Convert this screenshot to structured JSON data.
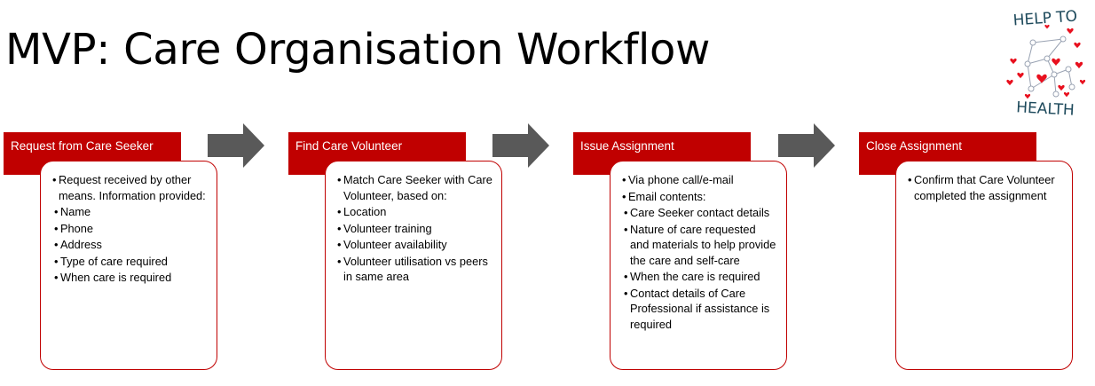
{
  "title": "MVP: Care Organisation Workflow",
  "logo": {
    "line1": "HELP TO",
    "line2": "HEALTH"
  },
  "colors": {
    "header": "#c00000",
    "arrow": "#595959",
    "heart": "#e8101e"
  },
  "stages": [
    {
      "header": "Request from Care Seeker",
      "items": [
        {
          "text": "Request received by other means. Information provided:",
          "level": 0
        },
        {
          "text": "Name",
          "level": 1
        },
        {
          "text": "Phone",
          "level": 1
        },
        {
          "text": "Address",
          "level": 1
        },
        {
          "text": "Type of care required",
          "level": 1
        },
        {
          "text": "When care is required",
          "level": 1
        }
      ]
    },
    {
      "header": "Find Care Volunteer",
      "items": [
        {
          "text": "Match Care Seeker with Care Volunteer, based on:",
          "level": 0
        },
        {
          "text": "Location",
          "level": 1
        },
        {
          "text": "Volunteer training",
          "level": 1
        },
        {
          "text": "Volunteer availability",
          "level": 1
        },
        {
          "text": "Volunteer utilisation vs peers in same area",
          "level": 1
        }
      ]
    },
    {
      "header": "Issue Assignment",
      "items": [
        {
          "text": "Via phone call/e-mail",
          "level": 0
        },
        {
          "text": "Email contents:",
          "level": 0
        },
        {
          "text": "Care Seeker contact details",
          "level": 1
        },
        {
          "text": "Nature of care requested and materials to help provide the care and self-care",
          "level": 1
        },
        {
          "text": "When the care is required",
          "level": 1
        },
        {
          "text": "Contact details of Care Professional if assistance is required",
          "level": 1
        }
      ]
    },
    {
      "header": "Close Assignment",
      "items": [
        {
          "text": "Confirm that Care Volunteer completed the assignment",
          "level": 0
        }
      ]
    }
  ]
}
